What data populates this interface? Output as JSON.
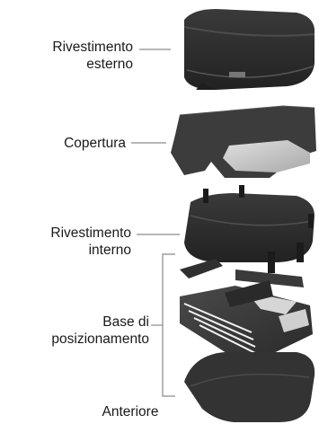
{
  "labels": {
    "outer_cover": [
      "Rivestimento",
      "esterno"
    ],
    "cover": "Copertura",
    "inner_cover": [
      "Rivestimento",
      "interno"
    ],
    "positioning_base": [
      "Base di",
      "posizionamento"
    ],
    "front": "Anteriore"
  },
  "colors": {
    "text": "#1a1a1a",
    "leader_line": "#8a8a8a",
    "cushion_dark": "#2e2e2e",
    "cushion_mid": "#4a4a4a",
    "foam_light": "#c9c9c9"
  }
}
